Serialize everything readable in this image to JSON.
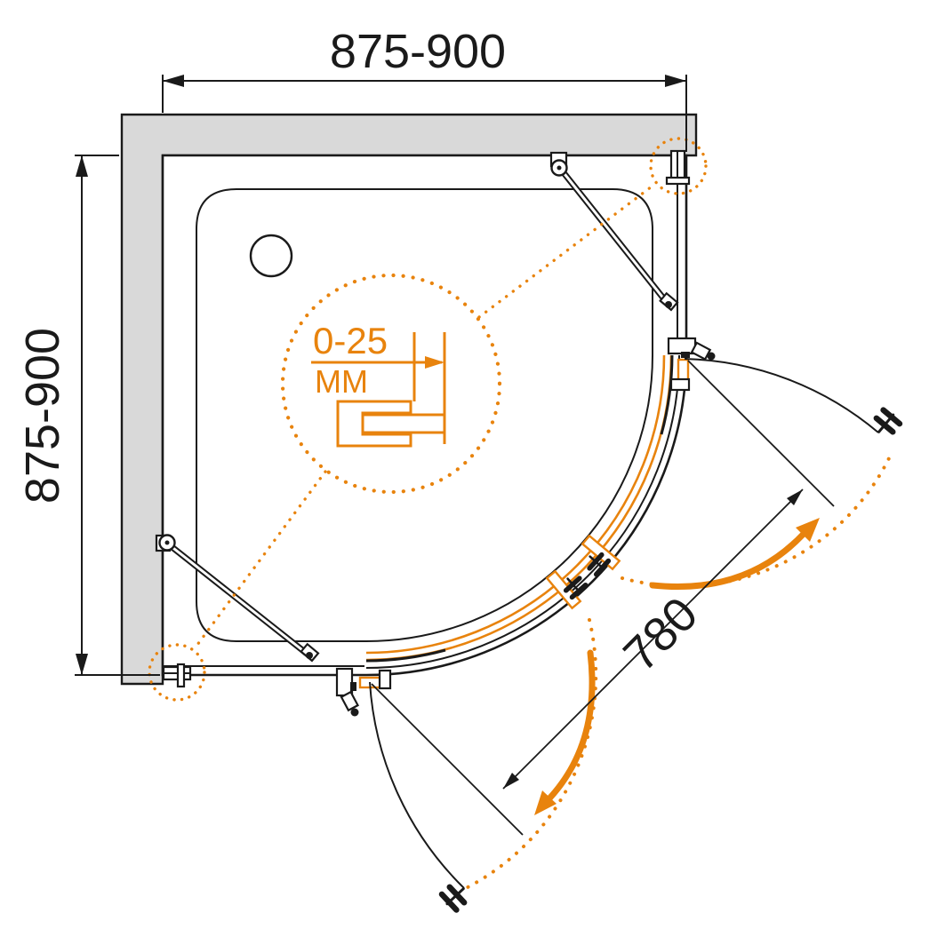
{
  "diagram": {
    "title": "Shower enclosure installation drawing (top view)",
    "colors": {
      "accent": "#E8830D",
      "line": "#1A1A1A",
      "wall_fill": "#D9D9D9",
      "background": "#FFFFFF"
    },
    "dimensions": {
      "width_top": "875-900",
      "depth_left": "875-900",
      "entry_width": "780"
    },
    "detail": {
      "adjustment_range": "0-25",
      "unit": "MM"
    }
  }
}
